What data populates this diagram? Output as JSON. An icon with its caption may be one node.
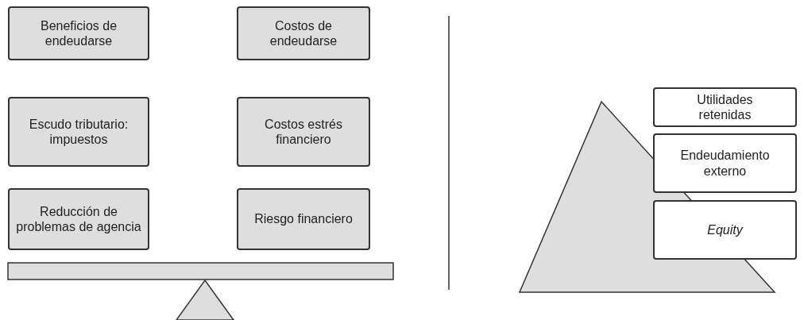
{
  "diagram": {
    "nodes": [
      {
        "text": [
          "Beneficios de endeudarse"
        ]
      },
      {
        "text": [
          "Costos de endeudarse"
        ]
      },
      {
        "text": [
          "Escudo tributario: impuestos"
        ]
      },
      {
        "text": [
          "Costos estrés financiero"
        ]
      },
      {
        "text": [
          "Reducción de problemas de agencia"
        ]
      },
      {
        "text": [
          "Riesgo financiero"
        ]
      },
      {
        "text": [
          "Utilidades retenidas"
        ]
      },
      {
        "text": [
          "Endeudamiento externo"
        ]
      },
      {
        "text": [
          "Equity"
        ]
      }
    ]
  }
}
